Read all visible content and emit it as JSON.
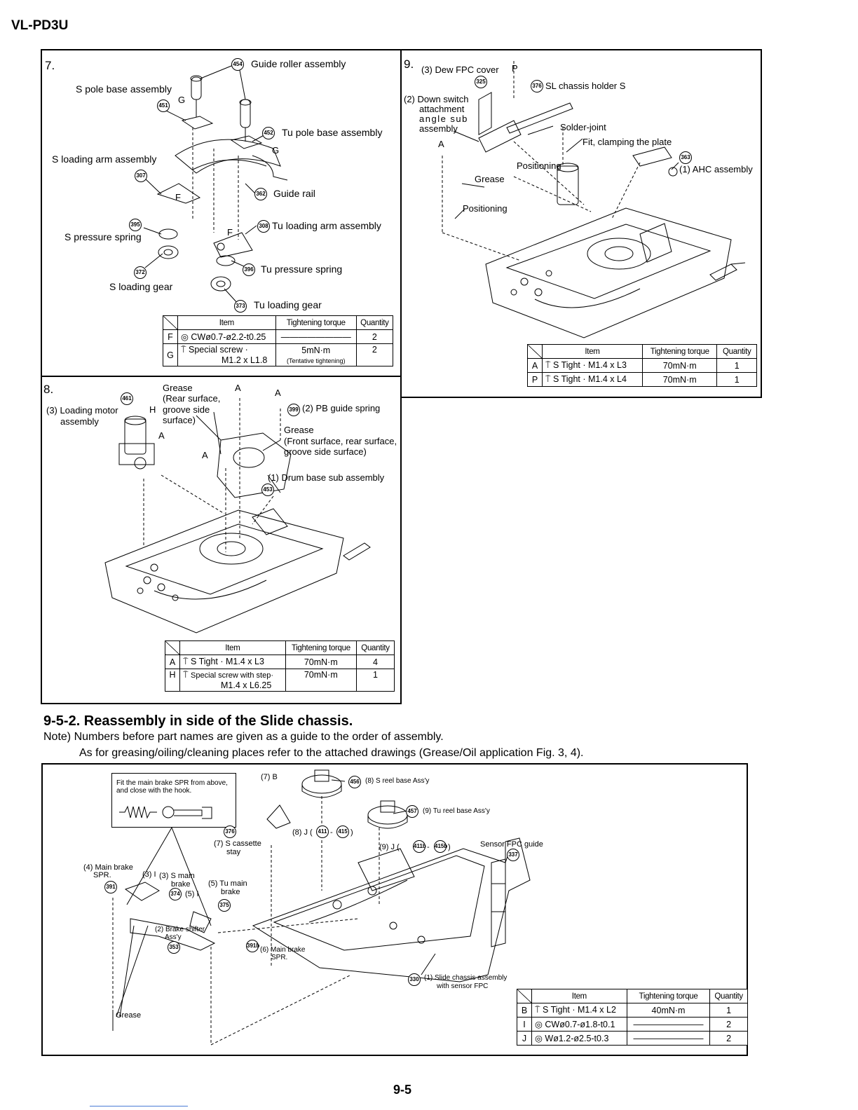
{
  "doc_id": "VL-PD3U",
  "page_number": "9-5",
  "fig7": {
    "number": "7.",
    "labels": {
      "guide_roller": "Guide roller assembly",
      "s_pole_base": "S pole base assembly",
      "tu_pole_base": "Tu pole base assembly",
      "s_loading_arm": "S loading arm assembly",
      "guide_rail": "Guide rail",
      "tu_loading_arm": "Tu loading arm assembly",
      "s_pressure_spring": "S pressure spring",
      "tu_pressure_spring": "Tu pressure spring",
      "s_loading_gear": "S loading gear",
      "tu_loading_gear": "Tu loading gear",
      "g": "G",
      "f": "F"
    },
    "part_numbers": [
      "454",
      "451",
      "452",
      "307",
      "362",
      "395",
      "308",
      "396",
      "372",
      "373"
    ],
    "table": {
      "headers": [
        "Item",
        "Tightening torque",
        "Quantity"
      ],
      "rows": [
        {
          "key": "F",
          "icon": "◎",
          "item": "CWø0.7-ø2.2-t0.25",
          "torque": "————————",
          "qty": "2"
        },
        {
          "key": "G",
          "icon": "⍑",
          "item": "Special screw ·",
          "item2": "M1.2 x L1.8",
          "torque": "5mN·m",
          "torque2": "(Tentative tightening)",
          "qty": "2"
        }
      ]
    }
  },
  "fig8": {
    "number": "8.",
    "labels": {
      "grease_rear": "Grease",
      "grease_rear2": "(Rear surface,",
      "grease_rear3": "groove side",
      "grease_rear4": "surface)",
      "loading_motor": "(3) Loading motor",
      "loading_motor2": "assembly",
      "pb_guide_spring": "(2) PB guide spring",
      "grease_front": "Grease",
      "grease_front2": "(Front surface, rear surface,",
      "grease_front3": "groove side surface)",
      "drum_base": "(1) Drum base sub assembly",
      "a": "A",
      "h": "H"
    },
    "part_numbers": [
      "461",
      "399",
      "453"
    ],
    "table": {
      "headers": [
        "Item",
        "Tightening torque",
        "Quantity"
      ],
      "rows": [
        {
          "key": "A",
          "icon": "⍑",
          "item": "S Tight · M1.4 x L3",
          "torque": "70mN·m",
          "qty": "4"
        },
        {
          "key": "H",
          "icon": "⍑",
          "item": "Special screw with step·",
          "item2": "M1.4 x L6.25",
          "torque": "70mN·m",
          "qty": "1"
        }
      ]
    }
  },
  "fig9": {
    "number": "9.",
    "labels": {
      "dew_fpc": "(3) Dew FPC cover",
      "p": "P",
      "sl_chassis": "SL chassis holder S",
      "down_switch1": "(2) Down switch",
      "down_switch2": "attachment",
      "down_switch3": "angle sub",
      "down_switch4": "assembly",
      "solder": "Solder-joint",
      "fit_clamp": "Fit, clamping the plate",
      "a": "A",
      "positioning1": "Positioning",
      "ahc": "(1) AHC assembly",
      "grease": "Grease",
      "positioning2": "Positioning"
    },
    "part_numbers": [
      "325",
      "376",
      "363"
    ],
    "table": {
      "headers": [
        "Item",
        "Tightening torque",
        "Quantity"
      ],
      "rows": [
        {
          "key": "A",
          "icon": "⍑",
          "item": "S Tight · M1.4 x L3",
          "torque": "70mN·m",
          "qty": "1"
        },
        {
          "key": "P",
          "icon": "⍑",
          "item": "S Tight · M1.4 x L4",
          "torque": "70mN·m",
          "qty": "1"
        }
      ]
    }
  },
  "section": {
    "title": "9-5-2. Reassembly in side of the Slide chassis.",
    "note": "Note) Numbers before part names are given as a guide to the order of assembly.",
    "note2": "As for greasing/oiling/cleaning places refer to the attached drawings (Grease/Oil application Fig. 3, 4)."
  },
  "fig10": {
    "callout": "Fit the main brake SPR from above, and close with the hook.",
    "labels": {
      "b7": "(7) B",
      "s_reel": "(8) S reel base Ass'y",
      "tu_reel": "(9) Tu reel base Ass'y",
      "j8": "(8) J (",
      "j8b": "-",
      "j8c": ")",
      "s_cassette": "(7) S cassette",
      "s_cassette2": "stay",
      "j9": "(9) J (",
      "sensor_fpc": "Sensor FPC guide",
      "main_brake4": "(4) Main brake",
      "main_brake4b": "SPR.",
      "i3": "(3) I",
      "s_main_brake": "(3) S main",
      "s_main_brake2": "brake",
      "i5": "(5) I",
      "tu_main_brake": "(5) Tu main",
      "tu_main_brake2": "brake",
      "brake_shifter": "(2) Brake shifter",
      "brake_shifter2": "Ass'y",
      "main_brake6": "(6) Main brake",
      "main_brake6b": "SPR.",
      "slide_chassis": "(1) Slide chassis assembly",
      "slide_chassis2": "with sensor FPC",
      "grease": "Grease"
    },
    "part_numbers": [
      "456",
      "457",
      "376",
      "411",
      "415",
      "411b",
      "415b",
      "337",
      "391",
      "374",
      "375",
      "353",
      "391b",
      "330"
    ],
    "table": {
      "headers": [
        "Item",
        "Tightening torque",
        "Quantity"
      ],
      "rows": [
        {
          "key": "B",
          "icon": "⍑",
          "item": "S Tight · M1.4 x L2",
          "torque": "40mN·m",
          "qty": "1"
        },
        {
          "key": "I",
          "icon": "◎",
          "item": "CWø0.7-ø1.8-t0.1",
          "torque": "————————",
          "qty": "2"
        },
        {
          "key": "J",
          "icon": "◎",
          "item": "Wø1.2-ø2.5-t0.3",
          "torque": "————————",
          "qty": "2"
        }
      ]
    }
  }
}
